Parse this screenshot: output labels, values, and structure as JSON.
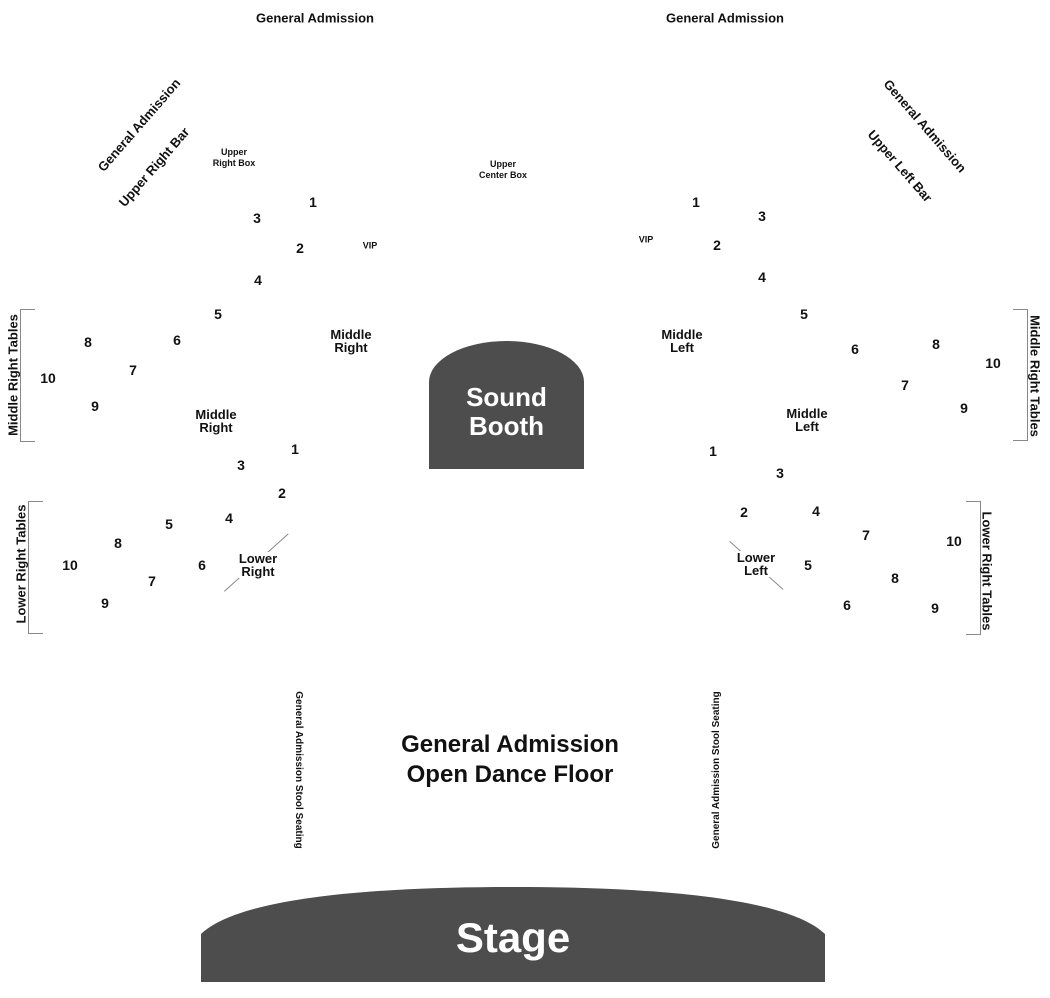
{
  "labels": {
    "general_admission": "General Admission",
    "upper_right_bar": "Upper Right Bar",
    "upper_left_bar": "Upper Left Bar",
    "upper_right_box": "Upper\nRight Box",
    "upper_center_box": "Upper\nCenter Box",
    "vip": "VIP",
    "middle_right": "Middle\nRight",
    "middle_left": "Middle\nLeft",
    "lower_right": "Lower\nRight",
    "lower_left": "Lower\nLeft",
    "middle_right_tables": "Middle Right  Tables",
    "lower_right_tables": "Lower Right  Tables",
    "sound_booth": "Sound\nBooth",
    "stool_seating": "General Admission Stool Seating",
    "dance_floor": "General Admission\nOpen Dance Floor",
    "stage": "Stage"
  },
  "colors": {
    "fixture": "#4d4d4d",
    "fixture_text": "#ffffff",
    "bracket": "#888888"
  },
  "seats": {
    "upper_right": [
      "1",
      "2",
      "3",
      "4",
      "5",
      "6",
      "7",
      "8",
      "9",
      "10"
    ],
    "upper_left": [
      "1",
      "2",
      "3",
      "4",
      "5",
      "6",
      "7",
      "8",
      "9",
      "10"
    ],
    "lower_right": [
      "1",
      "2",
      "3",
      "4",
      "5",
      "6",
      "7",
      "8",
      "9",
      "10"
    ],
    "lower_left": [
      "1",
      "2",
      "3",
      "4",
      "5",
      "6",
      "7",
      "8",
      "9",
      "10"
    ]
  }
}
